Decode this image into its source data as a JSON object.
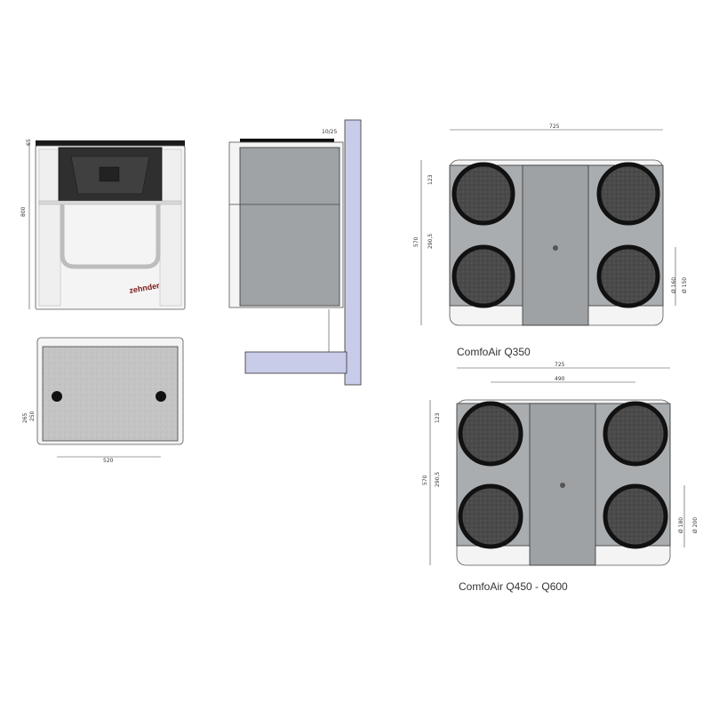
{
  "front_view": {
    "brand": "zehnder",
    "dim_top": "65",
    "dim_height": "800"
  },
  "side_view": {
    "dim_gap": "10/25"
  },
  "top_view": {
    "dim_a": "265",
    "dim_b": "250",
    "dim_width": "520"
  },
  "q350": {
    "caption": "ComfoAir Q350",
    "dim_width": "725",
    "dim_123": "123",
    "dim_290": "290,5",
    "dim_570": "570",
    "dim_d160": "Ø 160",
    "dim_d150": "Ø 150"
  },
  "q450": {
    "caption": "ComfoAir Q450 - Q600",
    "dim_width": "725",
    "dim_490": "490",
    "dim_123": "123",
    "dim_290": "290,5",
    "dim_570": "570",
    "dim_d180": "Ø 180",
    "dim_d200": "Ø 200"
  },
  "colors": {
    "casing": "#f4f4f4",
    "panel": "#a9adb0",
    "body_grey": "#ababab",
    "port_ring": "#111111",
    "filter": "#4a4a4a",
    "brand": "#7a1b1b"
  }
}
